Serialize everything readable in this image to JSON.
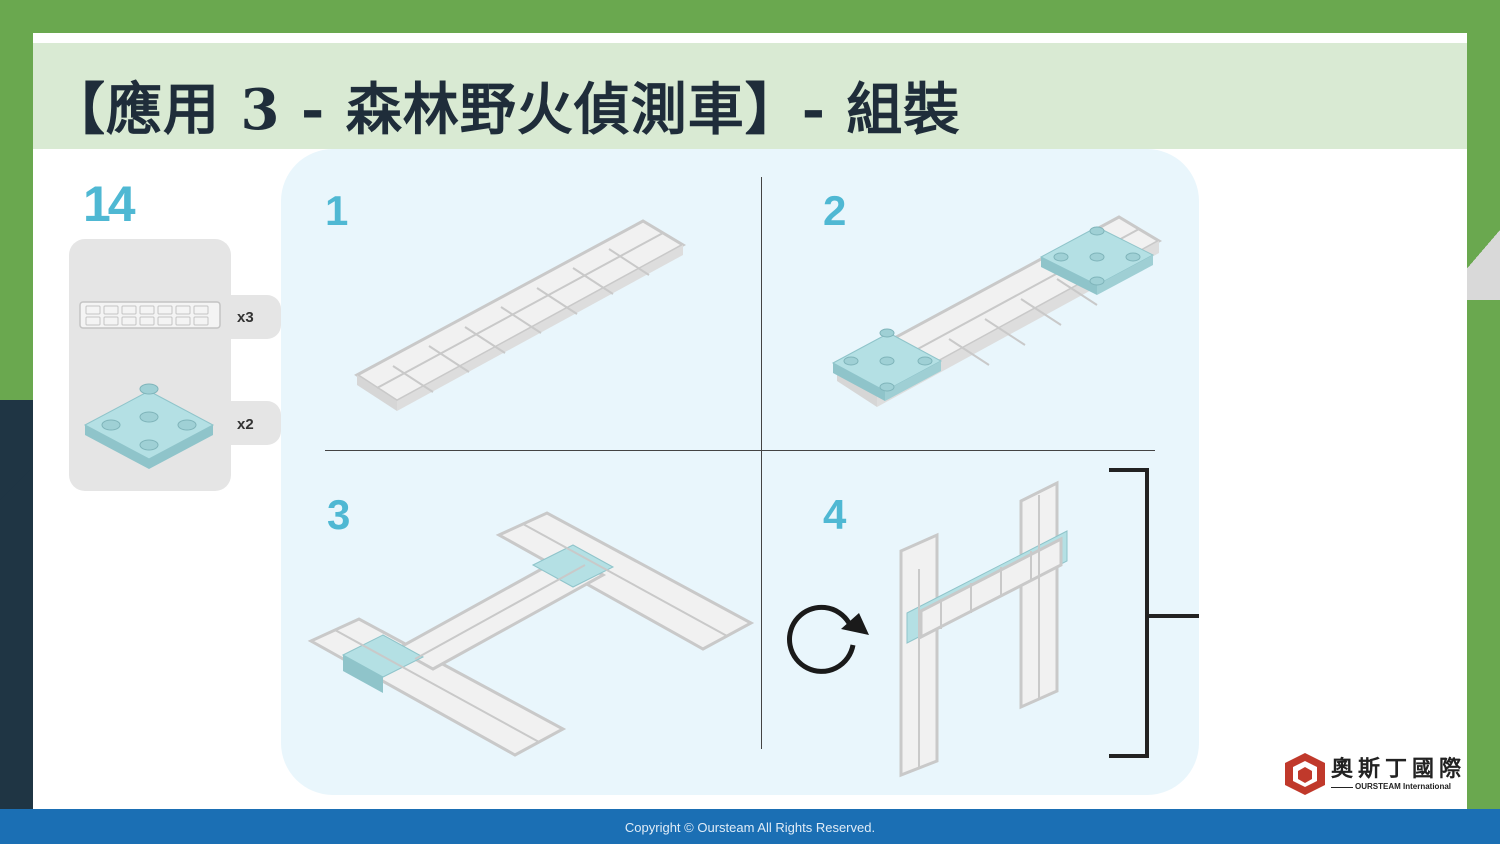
{
  "title": "【應用 3 - 森林野火偵測車】- 組裝",
  "step": {
    "number": "14"
  },
  "parts": [
    {
      "icon": "beam-part-icon",
      "qty": "x3"
    },
    {
      "icon": "square-plate-part-icon",
      "qty": "x2"
    }
  ],
  "substeps": [
    {
      "number": "1"
    },
    {
      "number": "2"
    },
    {
      "number": "3"
    },
    {
      "number": "4"
    }
  ],
  "rotate_icon": "rotate-clockwise-icon",
  "logo": {
    "name": "奧斯丁國際",
    "subtitle": "OURSTEAM International"
  },
  "footer": {
    "copyright": "Copyright © Oursteam All Rights Reserved."
  },
  "colors": {
    "accent": "#4fb8d3",
    "title_bar": "#d9ead3",
    "footer": "#1b6fb4",
    "frame": "#6aa84f",
    "panel": "#e9f6fc",
    "part_gray": "#e5e5e5",
    "plate_teal": "#a8d8dd"
  }
}
